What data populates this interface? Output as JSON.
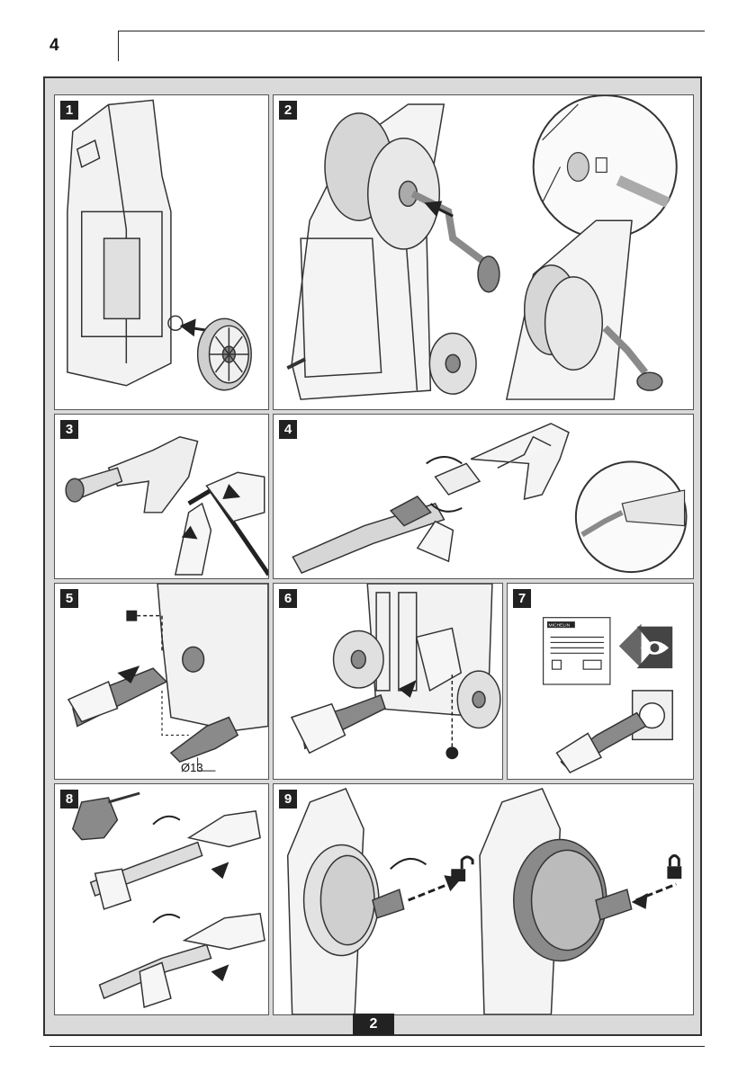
{
  "header": {
    "page_number": "4"
  },
  "panels": [
    {
      "step": "1"
    },
    {
      "step": "2"
    },
    {
      "step": "3"
    },
    {
      "step": "4"
    },
    {
      "step": "5",
      "dimension_label": "Ø13"
    },
    {
      "step": "6"
    },
    {
      "step": "7",
      "brand_label": "MICHELIN"
    },
    {
      "step": "8"
    },
    {
      "step": "9",
      "unlock_icon": "unlock-icon",
      "lock_icon": "lock-icon"
    }
  ],
  "footer": {
    "sheet_number": "2"
  },
  "colors": {
    "frame_bg": "#dadada",
    "badge": "#222222",
    "line": "#333333",
    "fill_light": "#e6e6e6",
    "fill_dark": "#8a8a8a"
  }
}
